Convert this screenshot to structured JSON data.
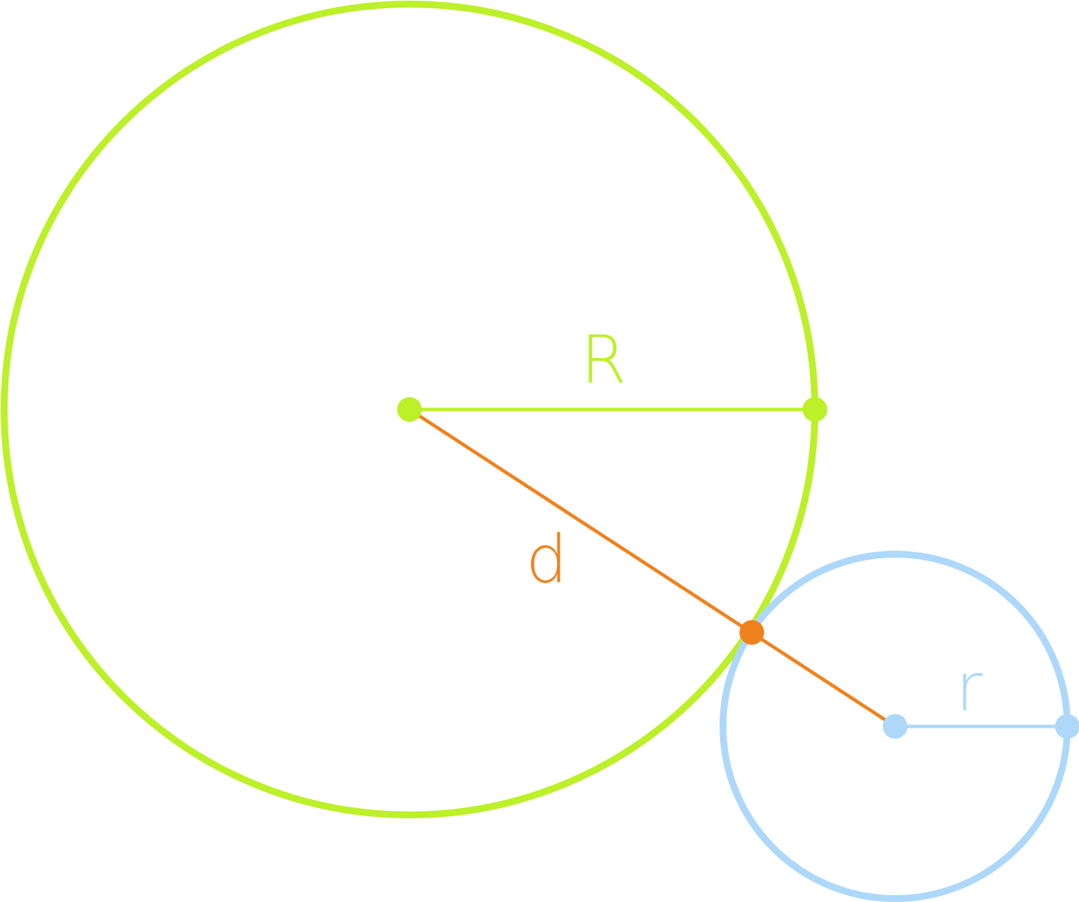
{
  "labels": {
    "big_radius": "R",
    "distance": "d",
    "small_radius": "r"
  },
  "colors": {
    "big_circle": "#BCF028",
    "small_circle": "#ADD8FA",
    "distance": "#F0821E",
    "background": "#FFFFFF"
  }
}
